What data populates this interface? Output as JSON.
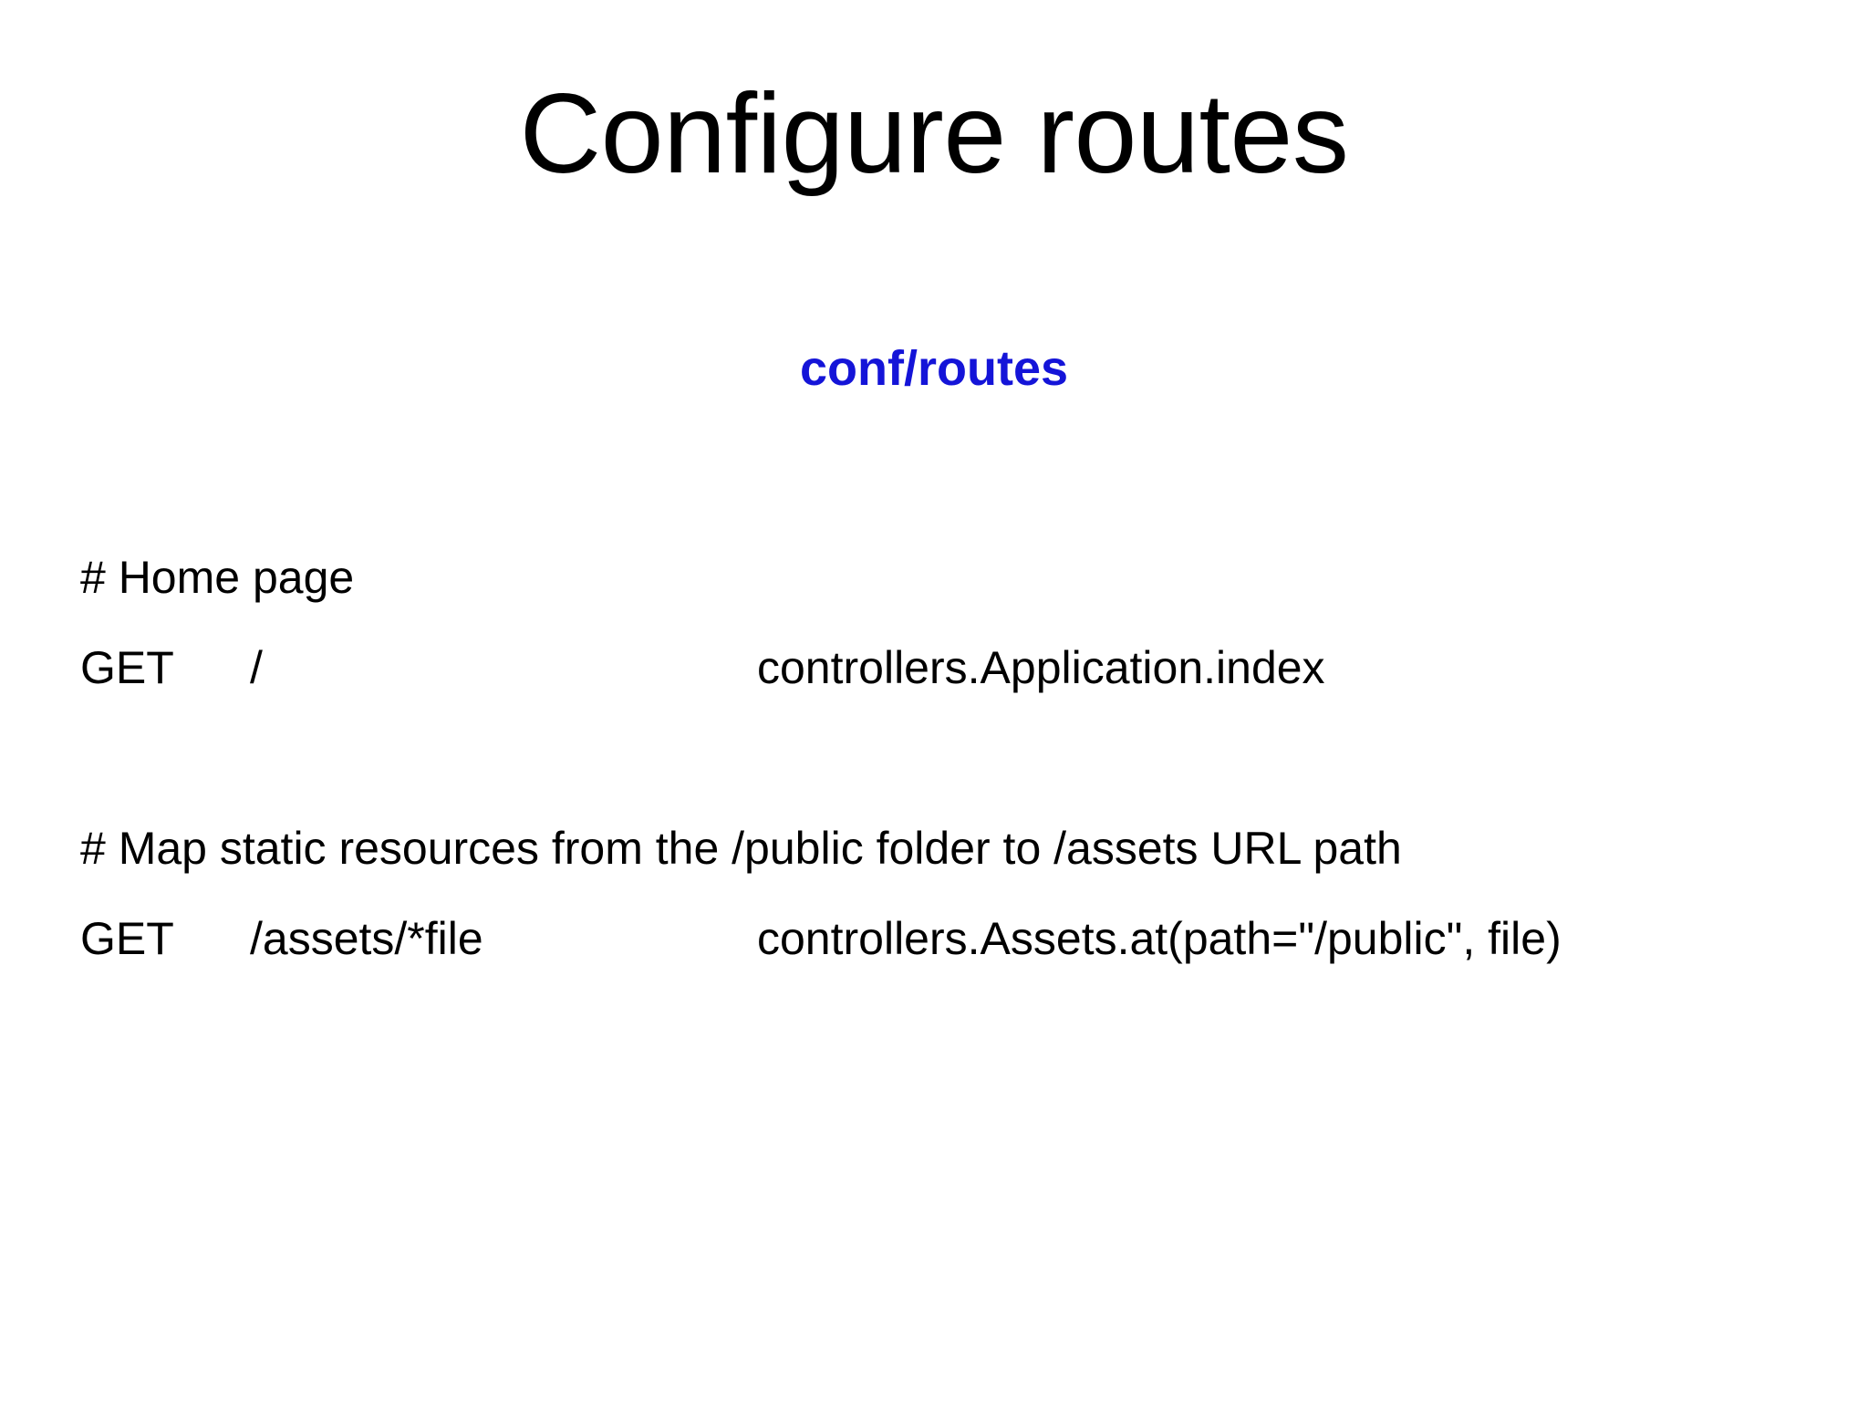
{
  "slide": {
    "title": "Configure routes",
    "file_label": "conf/routes",
    "accent_color": "#1414D8",
    "text_color": "#000000",
    "background_color": "#FFFFFF"
  },
  "routes": {
    "lines": [
      {
        "kind": "comment",
        "text": "# Home page"
      },
      {
        "kind": "route",
        "verb": "GET",
        "path": "/",
        "action": "controllers.Application.index"
      },
      {
        "kind": "blank",
        "text": ""
      },
      {
        "kind": "comment",
        "text": "# Map static resources from the /public folder to /assets URL path"
      },
      {
        "kind": "route",
        "verb": "GET",
        "path": "/assets/*file",
        "action": "controllers.Assets.at(path=\"/public\", file)"
      }
    ],
    "line_0_comment": "# Home page",
    "line_1_verb": "GET",
    "line_1_path": "/",
    "line_1_action": "controllers.Application.index",
    "line_3_comment": "# Map static resources from the /public folder to /assets URL path",
    "line_4_verb": "GET",
    "line_4_path": "/assets/*file",
    "line_4_action": "controllers.Assets.at(path=\"/public\", file)"
  }
}
